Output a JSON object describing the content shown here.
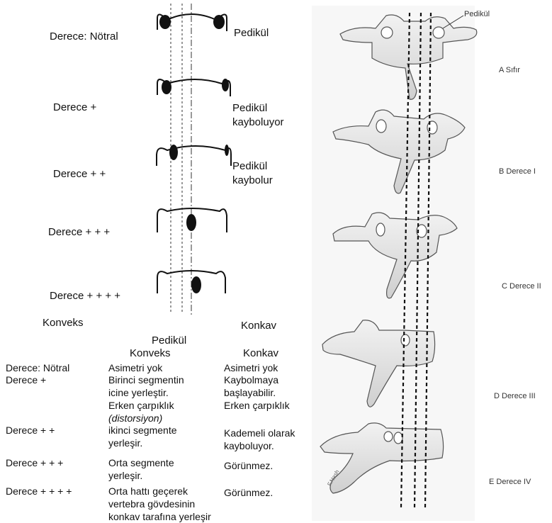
{
  "left_diagram": {
    "grades": [
      {
        "label": "Derece: Nötral",
        "note": "Pedikül"
      },
      {
        "label": "Derece +",
        "note": "Pedikül\nkayboluyor"
      },
      {
        "label": "Derece + +",
        "note": "Pedikül\nkaybolur"
      },
      {
        "label": "Derece + + +",
        "note": ""
      },
      {
        "label": "Derece + + + +",
        "note": ""
      }
    ]
  },
  "table": {
    "side_convex": "Konveks",
    "side_concave": "Konkav",
    "pedicle_heading": "Pedikül",
    "col_convex": "Konveks",
    "col_concave": "Konkav",
    "rows": [
      {
        "grade": "Derece: Nötral",
        "convex": "Asimetri yok",
        "concave": "Asimetri yok"
      },
      {
        "grade": "Derece  +",
        "convex": "Birinci segmentin\nicine yerleştir.\nErken çarpıklık",
        "convex_italic": "(distorsiyon)",
        "concave": "Kaybolmaya\nbaşlayabilir.\nErken çarpıklık"
      },
      {
        "grade": "Derece  + +",
        "convex": "ikinci segmente\nyerleşir.",
        "concave": "Kademeli olarak\nkayboluyor."
      },
      {
        "grade": "Derece  + + +",
        "convex": "Orta segmente\nyerleşir.",
        "concave": "Görünmez."
      },
      {
        "grade": "Derece  + + + +",
        "convex": "Orta hattı geçerek\nvertebra gövdesinin\nkonkav tarafına yerleşir",
        "concave": "Görünmez."
      }
    ]
  },
  "right_diagram": {
    "pedicle_label": "Pedikül",
    "grades": [
      "A Sıfır",
      "B Derece I",
      "C Derece II",
      "D Derece III",
      "E Derece IV"
    ],
    "signature": "F.Nash"
  }
}
